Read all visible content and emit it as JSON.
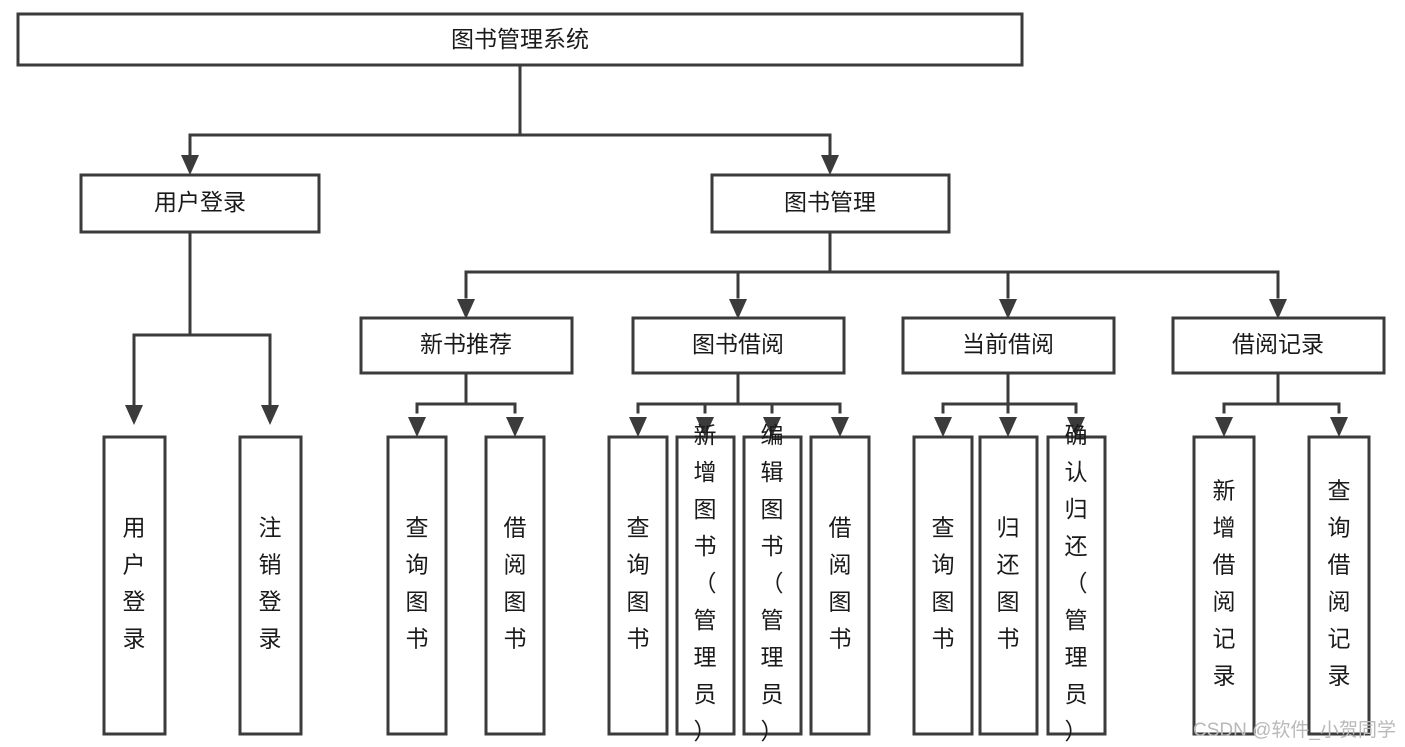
{
  "diagram": {
    "title": "图书管理系统",
    "type": "tree-hierarchy",
    "orientation": "top-down",
    "colors": {
      "stroke": "#3b3b3b",
      "node_fill": "#ffffff",
      "text": "#1a1a1a",
      "background": "#ffffff",
      "watermark": "#b9b9b9"
    },
    "root": {
      "id": "root",
      "label": "图书管理系统"
    },
    "level2": [
      {
        "id": "user-login",
        "label": "用户登录"
      },
      {
        "id": "book-manage",
        "label": "图书管理"
      }
    ],
    "level3": [
      {
        "id": "new-book-recommend",
        "label": "新书推荐",
        "parent": "book-manage"
      },
      {
        "id": "book-borrow",
        "label": "图书借阅",
        "parent": "book-manage"
      },
      {
        "id": "current-borrow",
        "label": "当前借阅",
        "parent": "book-manage"
      },
      {
        "id": "borrow-record",
        "label": "借阅记录",
        "parent": "book-manage"
      }
    ],
    "leaves": [
      {
        "id": "leaf-user-login",
        "label": "用户登录",
        "parent": "user-login"
      },
      {
        "id": "leaf-user-logout",
        "label": "注销登录",
        "parent": "user-login"
      },
      {
        "id": "leaf-query-book-1",
        "label": "查询图书",
        "parent": "new-book-recommend"
      },
      {
        "id": "leaf-borrow-book-1",
        "label": "借阅图书",
        "parent": "new-book-recommend"
      },
      {
        "id": "leaf-query-book-2",
        "label": "查询图书",
        "parent": "book-borrow"
      },
      {
        "id": "leaf-add-book",
        "label": "新增图书（管理员）",
        "parent": "book-borrow"
      },
      {
        "id": "leaf-edit-book",
        "label": "编辑图书（管理员）",
        "parent": "book-borrow"
      },
      {
        "id": "leaf-borrow-book-2",
        "label": "借阅图书",
        "parent": "book-borrow"
      },
      {
        "id": "leaf-query-book-3",
        "label": "查询图书",
        "parent": "current-borrow"
      },
      {
        "id": "leaf-return-book",
        "label": "归还图书",
        "parent": "current-borrow"
      },
      {
        "id": "leaf-confirm-return",
        "label": "确认归还（管理员）",
        "parent": "current-borrow"
      },
      {
        "id": "leaf-add-record",
        "label": "新增借阅记录",
        "parent": "borrow-record"
      },
      {
        "id": "leaf-query-record",
        "label": "查询借阅记录",
        "parent": "borrow-record"
      }
    ]
  },
  "watermark": {
    "text": "CSDN @软件_小贺同学"
  }
}
